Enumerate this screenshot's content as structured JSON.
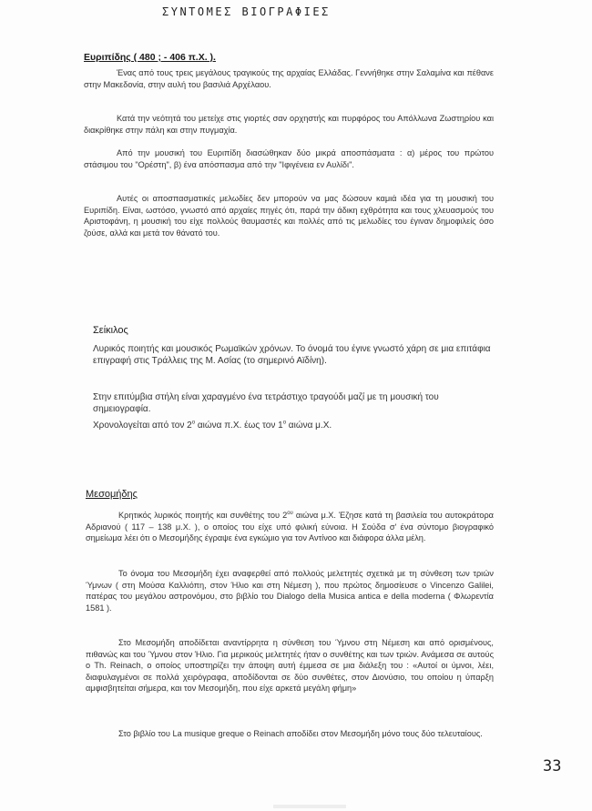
{
  "header": {
    "running_title": "ΣΥΝΤΟΜΕΣ ΒΙΟΓΡΑΦΙΕΣ"
  },
  "euripides": {
    "title": "Ευριπίδης ( 480 ; - 406 π.Χ. ).",
    "paragraphs": [
      "Ένας από τους τρεις μεγάλους τραγικούς της αρχαίας Ελλάδας. Γεννήθηκε στην Σαλαμίνα και πέθανε στην Μακεδονία, στην αυλή του βασιλιά Αρχέλαου.",
      "Κατά την νεότητά του μετείχε στις γιορτές σαν ορχηστής και πυρφόρος του Απόλλωνα Ζωστηρίου και διακρίθηκε στην πάλη και στην πυγμαχία.",
      "Από την μουσική του Ευριπίδη διασώθηκαν δύο μικρά αποσπάσματα : α) μέρος του πρώτου στάσιμου του \"Ορέστη\", β) ένα απόσπασμα από την \"Ιφιγένεια εν Αυλίδι\".",
      "Αυτές οι αποσπασματικές μελωδίες δεν μπορούν να μας δώσουν καμιά ιδέα για τη μουσική του Ευριπίδη. Είναι, ωστόσο, γνωστό από αρχαίες πηγές ότι, παρά την άδικη εχθρότητα και τους χλευασμούς του Αριστοφάνη, η μουσική του είχε πολλούς θαυμαστές και πολλές από τις μελωδίες του έγιναν δημοφιλείς όσο ζούσε, αλλά και μετά τον θάνατό του."
    ]
  },
  "seikilos": {
    "title": "Σείκιλος",
    "paragraphs": [
      "Λυρικός ποιητής και μουσικός Ρωμαϊκών χρόνων. Το όνομά του έγινε γνωστό χάρη σε μια επιτάφια επιγραφή στις Τράλλεις της Μ. Ασίας (το σημερινό Αϊδίνη).",
      "Στην επιτύμβια στήλη είναι χαραγμένο ένα τετράστιχο τραγούδι μαζί με τη μουσική του σημειογραφία."
    ],
    "dating": {
      "before": "Χρονολογείται από τον 2",
      "sup1": "ο",
      "middle": " αιώνα π.Χ. έως τον 1",
      "sup2": "ο",
      "after": " αιώνα μ.Χ."
    }
  },
  "mesomedes": {
    "title": "Μεσομήδης",
    "intro": {
      "before": "Κρητικός λυρικός ποιητής και συνθέτης του 2",
      "sup": "ου",
      "after": " αιώνα μ.Χ. Έζησε κατά τη βασιλεία του αυτοκράτορα Αδριανού ( 117 – 138 μ.Χ. ), ο οποίος του είχε υπό φιλική εύνοια. Η Σούδα σ' ένα σύντομο βιογραφικό σημείωμα λέει ότι ο Μεσομήδης έγραψε ένα εγκώμιο για τον Αντίνοο και διάφορα άλλα μέλη."
    },
    "paragraphs": [
      "Το όνομα του Μεσομήδη έχει αναφερθεί από πολλούς μελετητές σχετικά με τη σύνθεση των τριών Ύμνων ( στη Μούσα Καλλιόπη, στον Ήλιο και στη Νέμεση ), που πρώτος δημοσίευσε ο Vincenzo Galilei, πατέρας του μεγάλου αστρονόμου, στο βιβλίο του Dialogo della Musica antica e della moderna ( Φλωρεντία 1581 ).",
      "Στο Μεσομήδη αποδίδεται αναντίρρητα η σύνθεση του Ύμνου στη Νέμεση και από ορισμένους, πιθανώς και του Ύμνου στον Ήλιο. Για μερικούς μελετητές ήταν ο συνθέτης και των τριών. Ανάμεσα σε αυτούς ο Th. Reinach, ο οποίος υποστηρίζει την άποψη αυτή έμμεσα σε μια διάλεξη του : «Αυτοί οι ύμνοι, λέει, διαφυλαγμένοι σε πολλά χειρόγραφα, αποδίδονται σε δύο συνθέτες, στον Διονύσιο, του οποίου η ύπαρξη αμφισβητείται σήμερα, και τον Μεσομήδη, που είχε αρκετά μεγάλη φήμη»",
      "Στο βιβλίο του La musique greque o Reinach αποδίδει στον Μεσομήδη μόνο τους δύο τελευταίους."
    ]
  },
  "footer": {
    "page_number": "33"
  }
}
